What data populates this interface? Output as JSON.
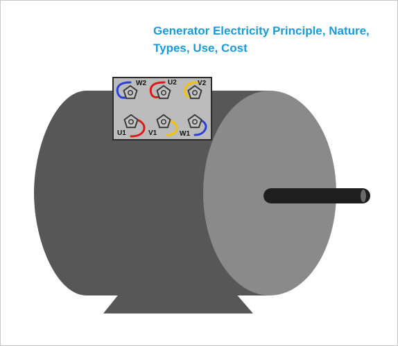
{
  "title": {
    "line1": "Generator Electricity Principle, Nature,",
    "line2": "Types, Use, Cost"
  },
  "terminals": {
    "w2": "W2",
    "u2": "U2",
    "v2": "V2",
    "u1": "U1",
    "v1": "V1",
    "w1": "W1"
  },
  "colors": {
    "title": "#1a9ad6",
    "body": "#575757",
    "end_cap": "#8a8a8a",
    "shaft": "#1e1e1e",
    "terminal_box": "#bcbcbc",
    "wire_blue": "#2b3fd6",
    "wire_red": "#e01818",
    "wire_yellow": "#f2c200"
  }
}
